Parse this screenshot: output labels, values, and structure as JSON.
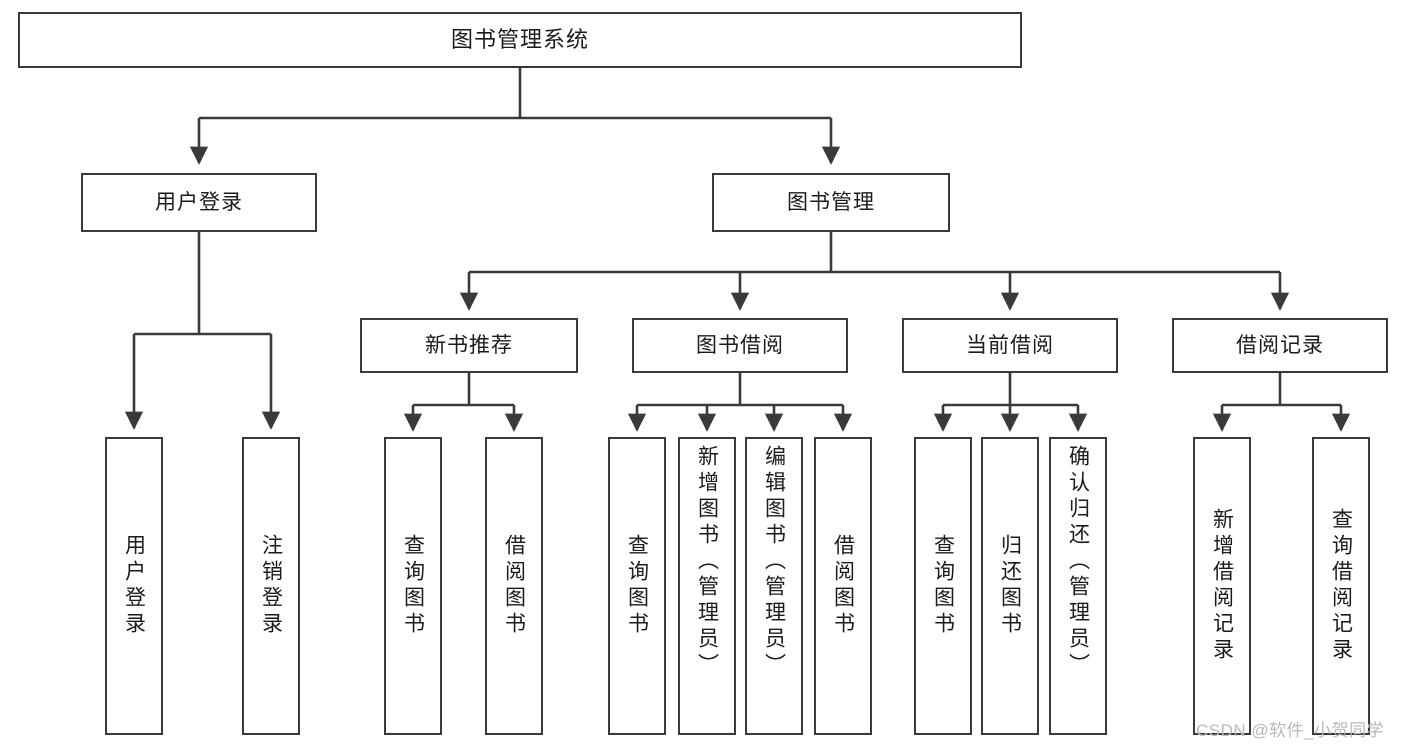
{
  "diagram": {
    "title": "图书管理系统",
    "type": "hierarchy-tree",
    "levels": 4,
    "root": {
      "label": "图书管理系统"
    },
    "level2": [
      {
        "label": "用户登录"
      },
      {
        "label": "图书管理"
      }
    ],
    "level3": [
      {
        "label": "新书推荐"
      },
      {
        "label": "图书借阅"
      },
      {
        "label": "当前借阅"
      },
      {
        "label": "借阅记录"
      }
    ],
    "leaves": {
      "user_login": [
        {
          "label": "用户登录"
        },
        {
          "label": "注销登录"
        }
      ],
      "new_book_recommend": [
        {
          "label": "查询图书"
        },
        {
          "label": "借阅图书"
        }
      ],
      "book_borrow": [
        {
          "label": "查询图书"
        },
        {
          "label": "新增图书（管理员）"
        },
        {
          "label": "编辑图书（管理员）"
        },
        {
          "label": "借阅图书"
        }
      ],
      "current_borrow": [
        {
          "label": "查询图书"
        },
        {
          "label": "归还图书"
        },
        {
          "label": "确认归还（管理员）"
        }
      ],
      "borrow_record": [
        {
          "label": "新增借阅记录"
        },
        {
          "label": "查询借阅记录"
        }
      ]
    }
  },
  "watermark": {
    "text": "CSDN @软件_小贺同学"
  },
  "colors": {
    "border": "#3a3a3a",
    "background": "#ffffff",
    "text": "#1b1b1b",
    "watermark": "#b9b9b9"
  }
}
